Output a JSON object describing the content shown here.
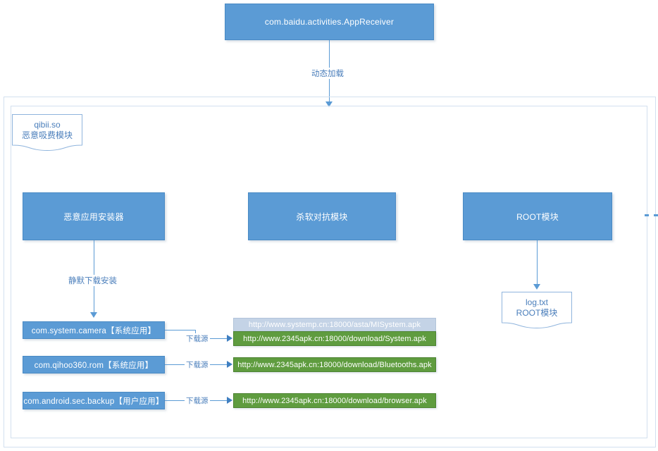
{
  "diagram": {
    "title_node": {
      "label": "com.baidu.activities.AppReceiver"
    },
    "edges": {
      "dynamic_load": "动态加载",
      "silent_install": "静默下载安装",
      "download_source_1": "下载源",
      "download_source_2": "下载源",
      "download_source_3": "下载源"
    },
    "notes": [
      {
        "line1": "qibii.so",
        "line2": "恶意吸费模块"
      },
      {
        "line1": "log.txt",
        "line2": "ROOT模块"
      }
    ],
    "modules": [
      {
        "label": "恶意应用安装器"
      },
      {
        "label": "杀软对抗模块"
      },
      {
        "label": "ROOT模块"
      }
    ],
    "packages": [
      {
        "label": "com.system.camera【系统应用】"
      },
      {
        "label": "com.qihoo360.rom【系统应用】"
      },
      {
        "label": "com.android.sec.backup【用户应用】"
      }
    ],
    "urls": [
      {
        "label": "http://www.systemp.cn:18000/asta/MISystem.apk",
        "style": "grey"
      },
      {
        "label": "http://www.2345apk.cn:18000/download/System.apk",
        "style": "green"
      },
      {
        "label": "http://www.2345apk.cn:18000/download/Bluetooths.apk",
        "style": "green"
      },
      {
        "label": "http://www.2345apk.cn:18000/download/browser.apk",
        "style": "green"
      }
    ],
    "colors": {
      "node_fill": "#5b9bd5",
      "url_green": "#5f9c3f",
      "url_grey": "#c4d3e6",
      "frame_border": "#d3e0ef",
      "connector": "#5b9bd5",
      "label_text": "#4a7ebb"
    }
  }
}
